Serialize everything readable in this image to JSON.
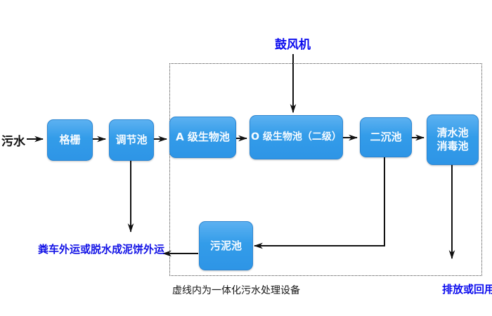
{
  "diagram": {
    "title_hint": "integrated-wastewater-treatment-flow",
    "source_label": "污水",
    "nodes": {
      "grille": "格栅",
      "regulating_tank": "调节池",
      "a_bio_tank": "A 级生物池",
      "o_bio_tank": "O 级生物池（二级）",
      "secondary_sedimentation_tank": "二沉池",
      "clear_water_tank_line1": "清水池",
      "clear_water_tank_line2": "消毒池",
      "sludge_tank": "污泥池"
    },
    "annotations": {
      "blower": "鼓风机",
      "sludge_disposal": "粪车外运或脱水成泥饼外运",
      "dashed_box_caption": "虚线内为一体化污水处理设备",
      "discharge": "排放或回用"
    },
    "colors": {
      "node_fill": "#2f9ae8",
      "node_border": "#2a85d2",
      "node_text": "#ffffff",
      "annotation_blue": "#0b0bee",
      "text_black": "#111111",
      "arrow_black": "#111111",
      "dashed_border": "#444444",
      "background": "#ffffff"
    }
  }
}
